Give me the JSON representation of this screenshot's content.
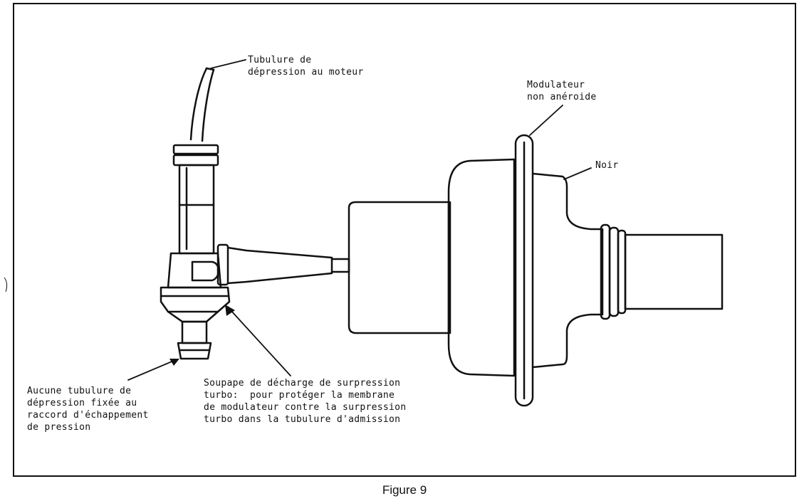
{
  "labels": {
    "vacuum_tube_engine": [
      "Tubulure de",
      "dépression au moteur"
    ],
    "non_aneroid_modulator": [
      "Modulateur",
      "non anéroide"
    ],
    "black": [
      "Noir"
    ],
    "no_tube_exhaust": [
      "Aucune tubulure de",
      "dépression fixée au",
      "raccord d'échappement",
      "de pression"
    ],
    "relief_valve": [
      "Soupape de décharge de surpression",
      "turbo:  pour protéger la membrane",
      "de modulateur contre la surpression",
      "turbo dans la tubulure d'admission"
    ]
  },
  "caption": "Figure 9"
}
